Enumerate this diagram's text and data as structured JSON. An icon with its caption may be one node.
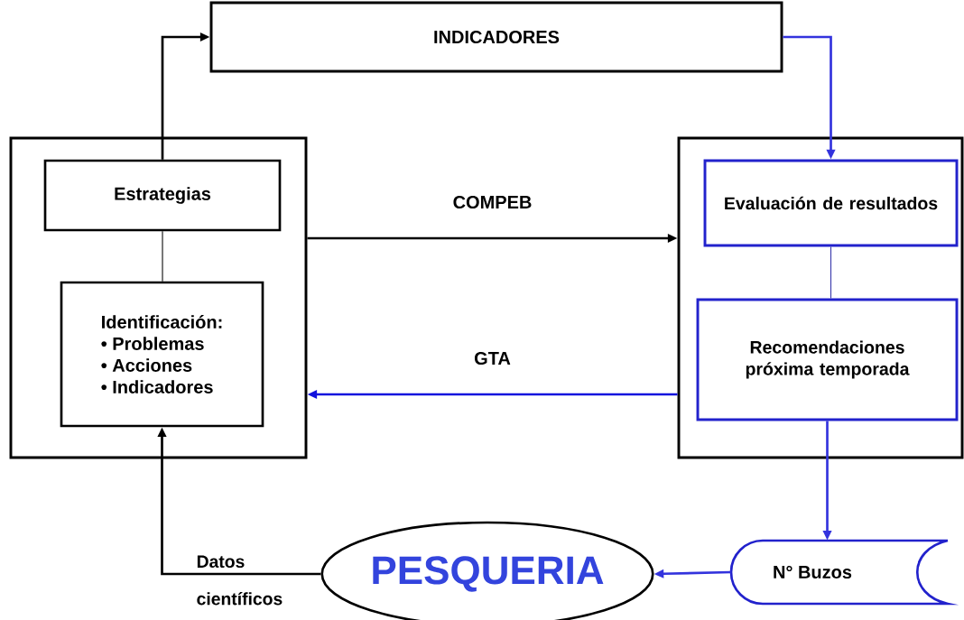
{
  "diagram": {
    "nodes": [
      {
        "text": [
          "INDICADORES"
        ]
      },
      {
        "text": [],
        "shape": "box"
      },
      {
        "text": [
          "Estrategias"
        ],
        "in": 1
      },
      {
        "text": [
          "Identificación:",
          "• Problemas",
          "• Acciones",
          "• Indicadores"
        ],
        "in": 1
      },
      {
        "text": [],
        "shape": "box"
      },
      {
        "text": [
          "Evaluación de resultados"
        ],
        "in": 4
      },
      {
        "text": [
          "Recomendaciones próxima temporada"
        ],
        "in": 4
      },
      {
        "text": [
          "PESQUERIA"
        ]
      },
      {
        "text": [
          "N° Buzos"
        ]
      }
    ],
    "edges": [
      {
        "from": 2,
        "to": 0,
        "arrow": "to"
      },
      {
        "from": 2,
        "to": 3,
        "arrow": "none"
      },
      {
        "from": 0,
        "to": 5,
        "arrow": "to",
        "color": "#3333dd"
      },
      {
        "from": 5,
        "to": 6,
        "arrow": "none",
        "color": "#3333aa"
      },
      {
        "from": 6,
        "to": 8,
        "arrow": "to",
        "color": "#3333dd"
      },
      {
        "from": 8,
        "to": 7,
        "arrow": "to",
        "color": "#3333dd"
      },
      {
        "from": 7,
        "to": 3,
        "arrow": "to",
        "label": "Datos científicos"
      },
      {
        "from": 1,
        "to": 4,
        "arrow": "to",
        "label": "COMPEB"
      },
      {
        "from": 4,
        "to": 1,
        "arrow": "to",
        "label": "GTA",
        "color": "#1111dd"
      }
    ]
  }
}
